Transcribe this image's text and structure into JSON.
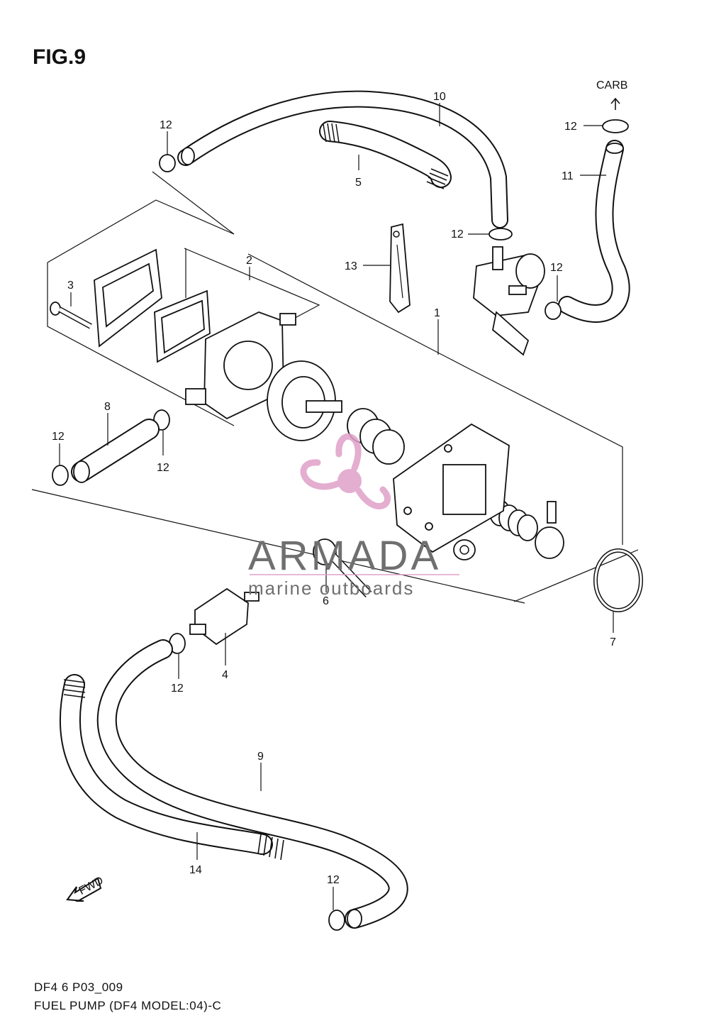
{
  "figure": {
    "title": "FIG.9",
    "code": "DF4 6 P03_009",
    "caption": "FUEL PUMP (DF4 MODEL:04)-C"
  },
  "destination_label": "CARB",
  "direction_label": "FWD",
  "watermark": {
    "brand": "ARMADA",
    "tagline": "marine outboards",
    "colors": {
      "logo": "#e0a0c8",
      "text": "#6f6f6f"
    }
  },
  "callouts": {
    "p1": "1",
    "p2": "2",
    "p3": "3",
    "p4": "4",
    "p5": "5",
    "p6": "6",
    "p7": "7",
    "p8": "8",
    "p9": "9",
    "p10": "10",
    "p11": "11",
    "p13": "13",
    "p14": "14",
    "p12a": "12",
    "p12b": "12",
    "p12c": "12",
    "p12d": "12",
    "p12e": "12",
    "p12f": "12",
    "p12g": "12",
    "p12h": "12"
  }
}
